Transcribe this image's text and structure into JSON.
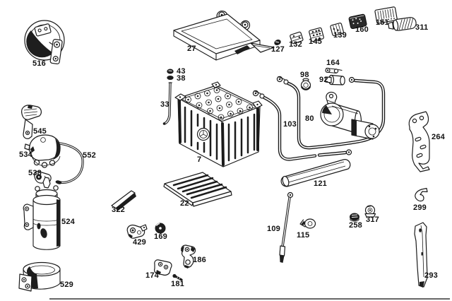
{
  "diagram": {
    "background": "#ffffff",
    "line_color": "#1a1a1a"
  },
  "labels": {
    "p516": "516",
    "p27": "27",
    "p127": "127",
    "p132": "132",
    "p145": "145",
    "p139": "139",
    "p160": "160",
    "p151": "151",
    "p311": "311",
    "p43": "43",
    "p38": "38",
    "p33": "33",
    "p7": "7",
    "p98": "98",
    "p164": "164",
    "p92": "92",
    "p80": "80",
    "p103": "103",
    "p121": "121",
    "p109": "109",
    "p115": "115",
    "p258": "258",
    "p317": "317",
    "p299": "299",
    "p264": "264",
    "p293": "293",
    "p545": "545",
    "p534": "534",
    "p552": "552",
    "p538": "538",
    "p524": "524",
    "p529": "529",
    "p322": "322",
    "p22": "22",
    "p429": "429",
    "p169": "169",
    "p174": "174",
    "p186": "186",
    "p181": "181"
  }
}
